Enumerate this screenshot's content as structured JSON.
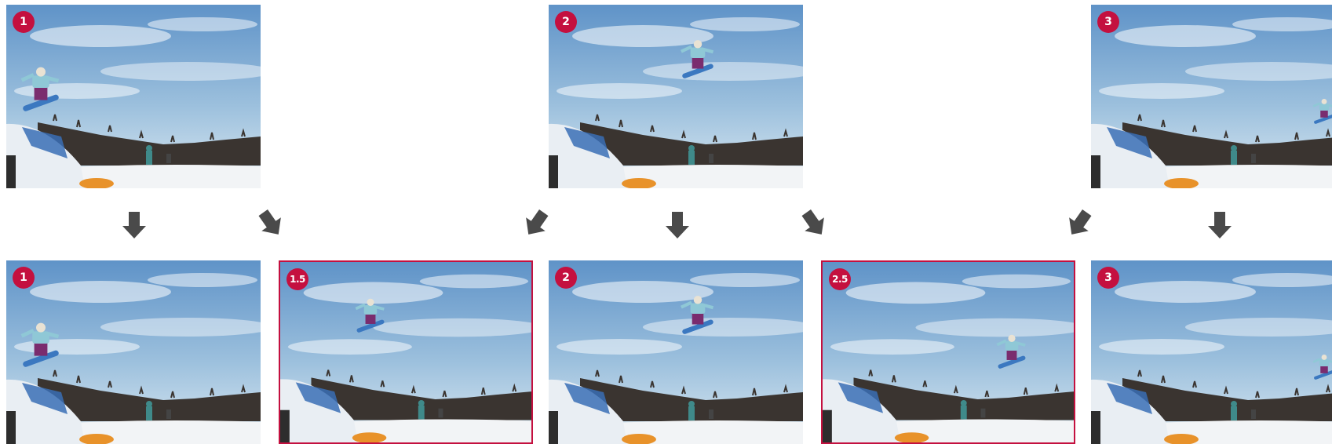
{
  "diagram": {
    "top_row": [
      {
        "label": "1",
        "rider": "left-low"
      },
      {
        "label": "2",
        "rider": "center-high"
      },
      {
        "label": "3",
        "rider": "right-edge"
      }
    ],
    "bottom_row": [
      {
        "label": "1",
        "interpolated": false
      },
      {
        "label": "1.5",
        "interpolated": true
      },
      {
        "label": "2",
        "interpolated": false
      },
      {
        "label": "2.5",
        "interpolated": true
      },
      {
        "label": "3",
        "interpolated": false
      }
    ],
    "colors": {
      "accent": "#c4103f",
      "arrow": "#4a4a4a",
      "sky_top": "#5f93c8",
      "sky_bottom": "#dbe9f2",
      "snow": "#f2f4f6"
    },
    "icons": {
      "arrow_down": "arrow-down-icon",
      "arrow_diag_right": "arrow-diagonal-down-right-icon",
      "arrow_diag_left": "arrow-diagonal-down-left-icon"
    }
  }
}
